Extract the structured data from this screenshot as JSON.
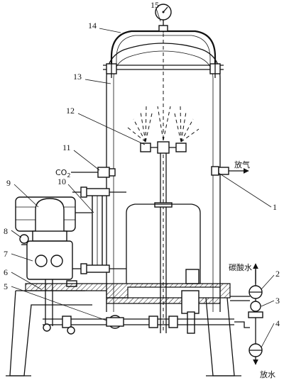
{
  "callouts": [
    {
      "id": "c1",
      "text": "1"
    },
    {
      "id": "c2",
      "text": "2"
    },
    {
      "id": "c3",
      "text": "3"
    },
    {
      "id": "c4",
      "text": "4"
    },
    {
      "id": "c5",
      "text": "5"
    },
    {
      "id": "c6",
      "text": "6"
    },
    {
      "id": "c7",
      "text": "7"
    },
    {
      "id": "c8",
      "text": "8"
    },
    {
      "id": "c9",
      "text": "9"
    },
    {
      "id": "c10",
      "text": "10"
    },
    {
      "id": "c11",
      "text": "11"
    },
    {
      "id": "c12",
      "text": "12"
    },
    {
      "id": "c13",
      "text": "13"
    },
    {
      "id": "c14",
      "text": "14"
    },
    {
      "id": "c15",
      "text": "15"
    }
  ],
  "labels": {
    "co2": "CO",
    "co2_sub": "2",
    "vent": "放气",
    "carbonated_water": "碳酸水",
    "drain": "放水"
  }
}
